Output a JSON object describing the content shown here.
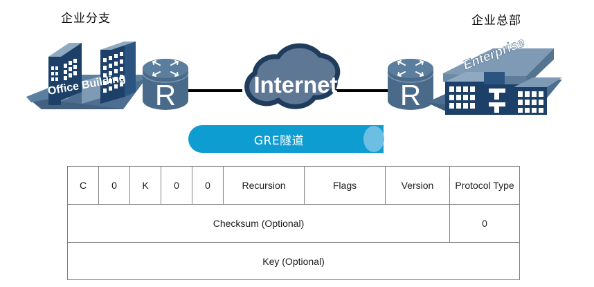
{
  "diagram": {
    "branch_label": "企业分支",
    "hq_label": "企业总部",
    "office_building_text": "Office Building",
    "enterprise_building_text": "Enterprise",
    "cloud_label": "Internet",
    "router_left_label": "R",
    "router_right_label": "R",
    "tunnel_label": "GRE隧道",
    "colors": {
      "tunnel": "#0e9dd1",
      "tunnel_cap": "#6cbfe3",
      "cloud_fill": "#5d7795",
      "cloud_stroke": "#1f3c5c",
      "building_dark": "#1d4068",
      "building_light": "#7f9ab5",
      "building_base": "#4a6a8a",
      "router_body": "#4a6a8a",
      "link_line": "#000000",
      "table_border": "#808080",
      "accent_red": "#ff0000"
    }
  },
  "table": {
    "row_bits": [
      {
        "label": "C",
        "red": false
      },
      {
        "label": "0",
        "red": false
      },
      {
        "label": "K",
        "red": true
      },
      {
        "label": "0",
        "red": false
      },
      {
        "label": "0",
        "red": false
      },
      {
        "label": "Recursion",
        "red": false
      },
      {
        "label": "Flags",
        "red": false
      },
      {
        "label": "Version",
        "red": false
      },
      {
        "label": "Protocol Type",
        "red": false
      }
    ],
    "row_checksum": {
      "left_label": "Checksum (Optional)",
      "right_label": "0"
    },
    "row_key": {
      "label": "Key (Optional)"
    }
  }
}
